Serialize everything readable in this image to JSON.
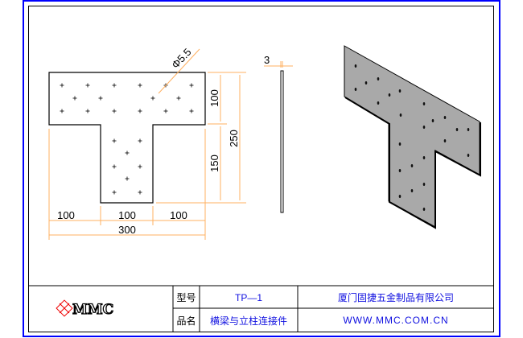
{
  "drawing": {
    "hole_label": "Φ5.5",
    "thickness": "3",
    "dim_top_height": "100",
    "dim_total_height": "250",
    "dim_stem_height": "150",
    "dim_widths": [
      "100",
      "100",
      "100"
    ],
    "dim_total_width": "300"
  },
  "title_block": {
    "logo_text": "MMC",
    "model_label": "型号",
    "model_value": "TP—1",
    "name_label": "品名",
    "name_value": "横梁与立柱连接件",
    "company": "厦门固捷五金制品有限公司",
    "website": "WWW.MMC.COM.CN"
  },
  "colors": {
    "frame": "#0000ff",
    "dimension": "#ffb060",
    "plate": "#a9a9a9",
    "text_blue": "#1010e0"
  }
}
